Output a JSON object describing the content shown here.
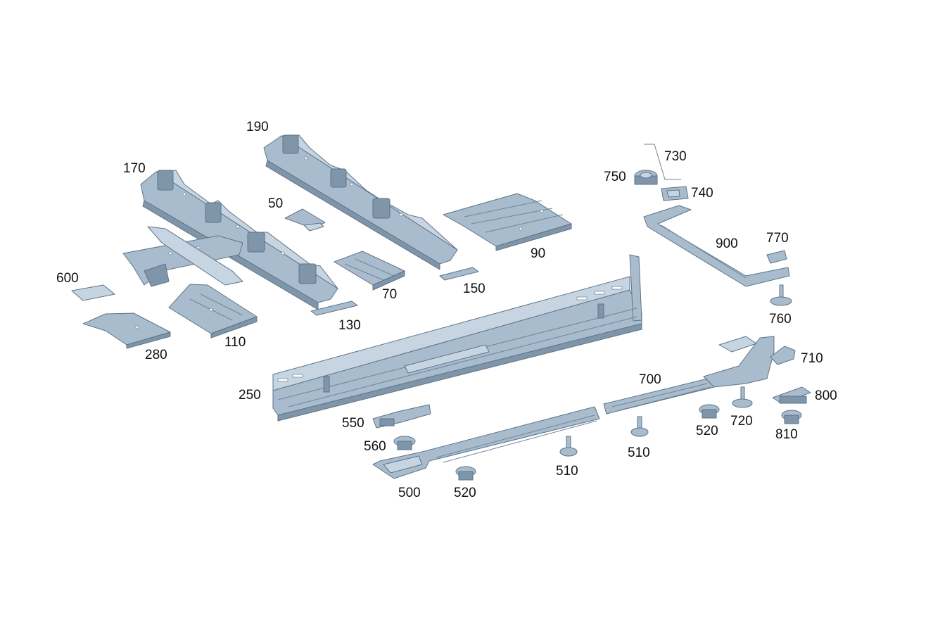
{
  "diagram": {
    "labels": {
      "p50": "50",
      "p70": "70",
      "p90": "90",
      "p110": "110",
      "p130": "130",
      "p150": "150",
      "p170": "170",
      "p190": "190",
      "p250": "250",
      "p280": "280",
      "p500": "500",
      "p510a": "510",
      "p510b": "510",
      "p520a": "520",
      "p520b": "520",
      "p550": "550",
      "p560": "560",
      "p600": "600",
      "p700": "700",
      "p710": "710",
      "p720": "720",
      "p730": "730",
      "p740": "740",
      "p750": "750",
      "p760": "760",
      "p770": "770",
      "p800": "800",
      "p810": "810",
      "p900": "900"
    },
    "colors": {
      "part_fill": "#a9bccd",
      "part_shadow": "#7f95a9",
      "part_highlight": "#c7d5e2",
      "part_outline": "#5e7488",
      "label_text": "#111111",
      "background": "#ffffff"
    }
  }
}
